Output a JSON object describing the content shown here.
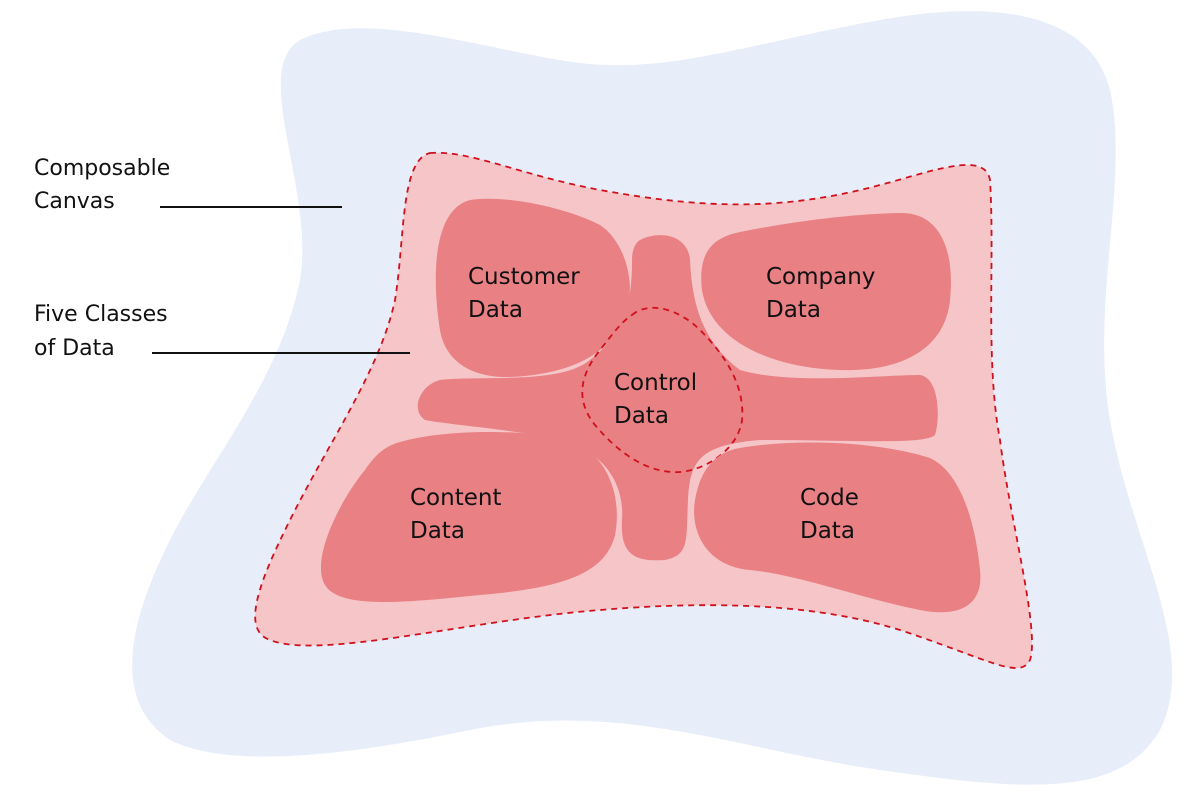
{
  "diagram": {
    "colors": {
      "outer_canvas": "#e8eef9",
      "inner_region": "#f5c5c7",
      "data_class": "#e88084",
      "dashed_border": "#d0101c",
      "text": "#111111",
      "leader_line": "#111111"
    },
    "annotations": [
      {
        "line1": "Composable",
        "line2": "Canvas"
      },
      {
        "line1": "Five Classes",
        "line2": "of Data"
      }
    ],
    "data_classes": [
      {
        "line1": "Customer",
        "line2": "Data"
      },
      {
        "line1": "Company",
        "line2": "Data"
      },
      {
        "line1": "Control",
        "line2": "Data"
      },
      {
        "line1": "Content",
        "line2": "Data"
      },
      {
        "line1": "Code",
        "line2": "Data"
      }
    ]
  }
}
